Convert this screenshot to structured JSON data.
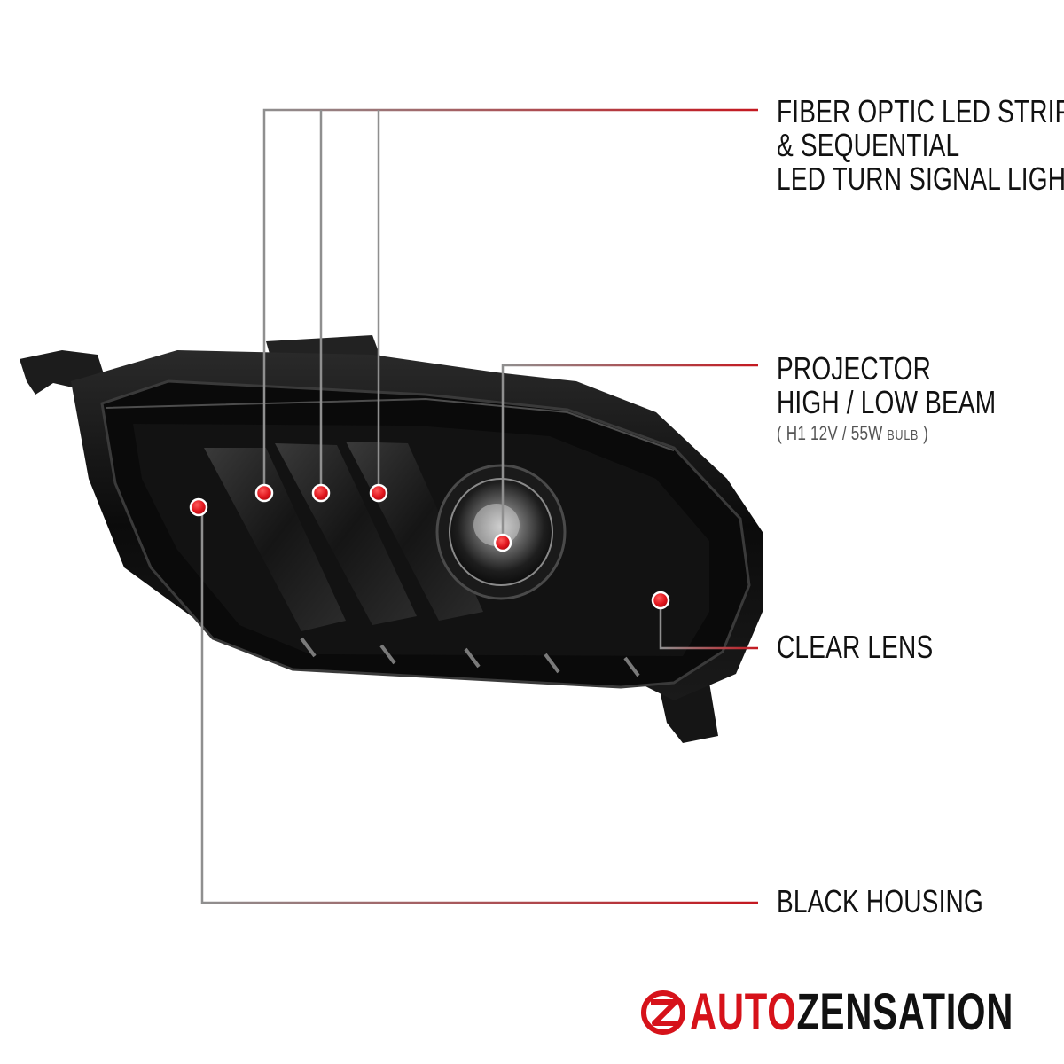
{
  "callouts": {
    "fiber": {
      "line1": "FIBER OPTIC LED STRIPS",
      "line2": "& SEQUENTIAL",
      "line3": "LED TURN SIGNAL LIGHT"
    },
    "projector": {
      "line1": "PROJECTOR",
      "line2": "HIGH / LOW BEAM",
      "sub_open": "( ",
      "sub_main": "H1 12V / 55W",
      "sub_small": "BULB",
      "sub_close": " )"
    },
    "clear_lens": "CLEAR LENS",
    "black_housing": "BLACK HOUSING"
  },
  "brand": {
    "part1": "AUTO",
    "part2": "ZENSATION",
    "logo_icon": "z-circle-logo-icon"
  },
  "colors": {
    "accent": "#d6121a",
    "leader_gray": "#8f8f8f",
    "housing": "#0d0d0d",
    "text": "#111111"
  }
}
